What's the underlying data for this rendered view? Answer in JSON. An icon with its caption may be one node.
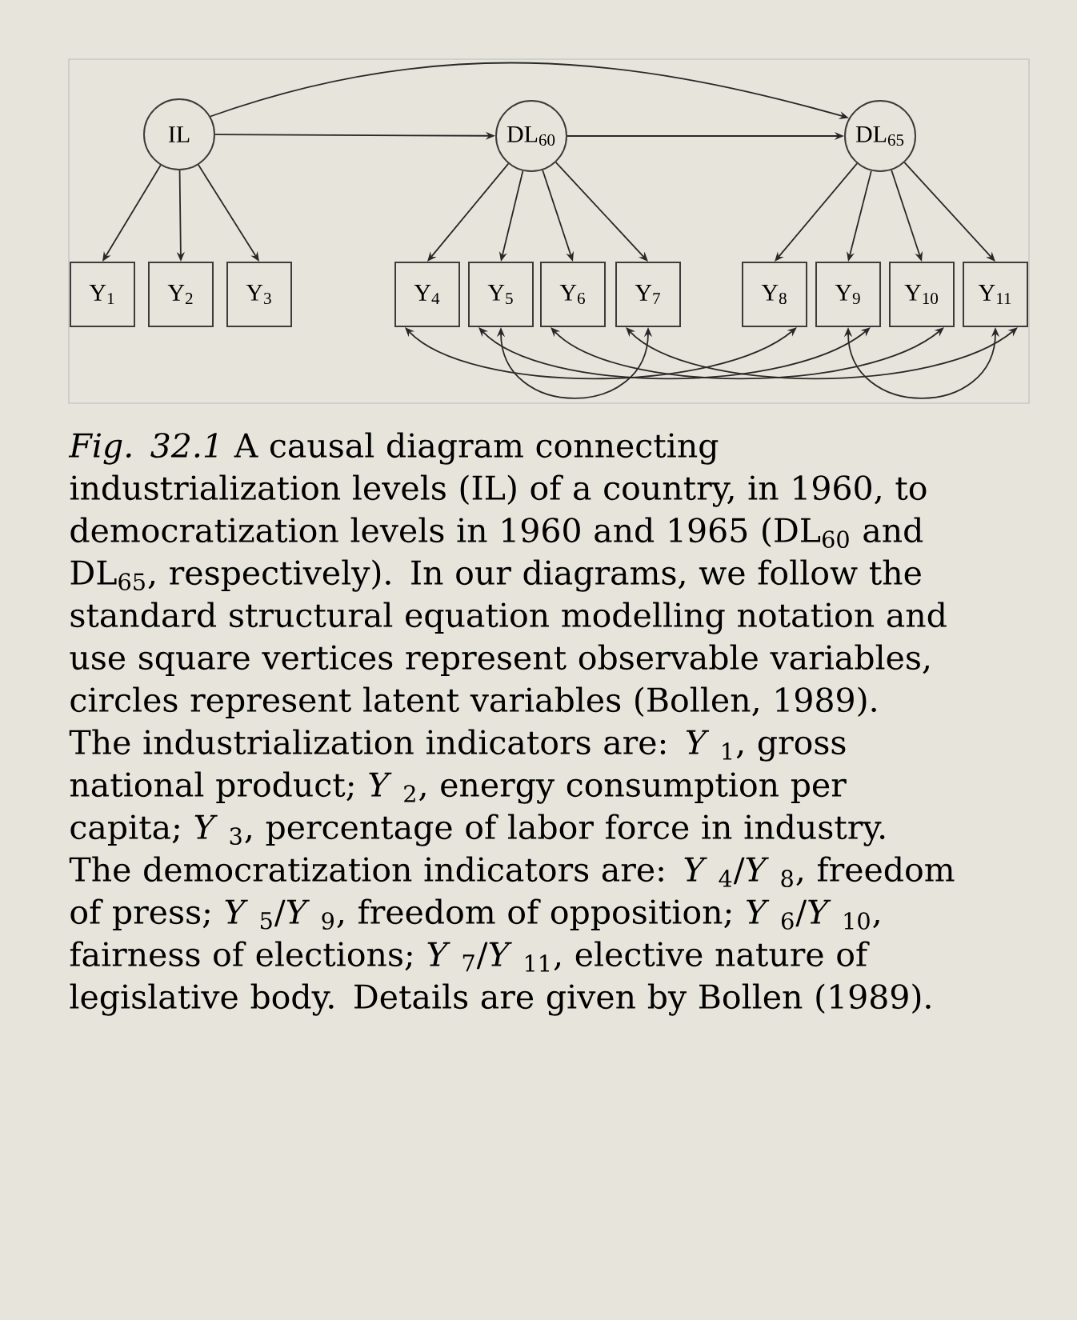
{
  "diagram": {
    "caption": "*Fig. 32.1* A causal diagram connecting industrialization levels (IL) of a country, in 1960, to democratization levels in 1960 and 1965 (DL$_{60}$ and DL$_{65}$, respectively). In our diagrams, we follow the standard structural equation modelling notation and use square vertices represent observable variables, circles represent latent variables (Bollen, 1989). The industrialization indicators are: *Y* $_{1}$, gross national product; *Y* $_{2}$, energy consumption per capita; *Y* $_{3}$, percentage of labor force in industry. The democratization indicators are: *Y* $_{4}$/*Y* $_{8}$, freedom of press; *Y* $_{5}$/*Y* $_{9}$, freedom of opposition; *Y* $_{6}$/*Y* $_{10}$, fairness of elections; *Y* $_{7}$/*Y* $_{11}$, elective nature of legislative body. Details are given by Bollen (1989).",
    "nodes": [
      {
        "text": [
          "IL"
        ]
      },
      {
        "text": [
          "DL$_{60}$"
        ]
      },
      {
        "text": [
          "DL$_{65}$"
        ]
      },
      {
        "text": [
          "Y$_{1}$"
        ]
      },
      {
        "text": [
          "Y$_{2}$"
        ]
      },
      {
        "text": [
          "Y$_{3}$"
        ]
      },
      {
        "text": [
          "Y$_{4}$"
        ]
      },
      {
        "text": [
          "Y$_{5}$"
        ]
      },
      {
        "text": [
          "Y$_{6}$"
        ]
      },
      {
        "text": [
          "Y$_{7}$"
        ]
      },
      {
        "text": [
          "Y$_{8}$"
        ]
      },
      {
        "text": [
          "Y$_{9}$"
        ]
      },
      {
        "text": [
          "Y$_{10}$"
        ]
      },
      {
        "text": [
          "Y$_{11}$"
        ]
      }
    ],
    "edges": [
      {
        "from": 0,
        "to": 1,
        "arrow": "to"
      },
      {
        "from": 0,
        "to": 2,
        "arrow": "to"
      },
      {
        "from": 1,
        "to": 2,
        "arrow": "to"
      },
      {
        "from": 0,
        "to": 3,
        "arrow": "to"
      },
      {
        "from": 0,
        "to": 4,
        "arrow": "to"
      },
      {
        "from": 0,
        "to": 5,
        "arrow": "to"
      },
      {
        "from": 1,
        "to": 6,
        "arrow": "to"
      },
      {
        "from": 1,
        "to": 7,
        "arrow": "to"
      },
      {
        "from": 1,
        "to": 8,
        "arrow": "to"
      },
      {
        "from": 1,
        "to": 9,
        "arrow": "to"
      },
      {
        "from": 2,
        "to": 10,
        "arrow": "to"
      },
      {
        "from": 2,
        "to": 11,
        "arrow": "to"
      },
      {
        "from": 2,
        "to": 12,
        "arrow": "to"
      },
      {
        "from": 2,
        "to": 13,
        "arrow": "to"
      },
      {
        "from": 6,
        "to": 10,
        "arrow": "both"
      },
      {
        "from": 7,
        "to": 11,
        "arrow": "both"
      },
      {
        "from": 8,
        "to": 12,
        "arrow": "both"
      },
      {
        "from": 9,
        "to": 13,
        "arrow": "both"
      },
      {
        "from": 7,
        "to": 9,
        "arrow": "both"
      },
      {
        "from": 11,
        "to": 13,
        "arrow": "both"
      }
    ]
  }
}
